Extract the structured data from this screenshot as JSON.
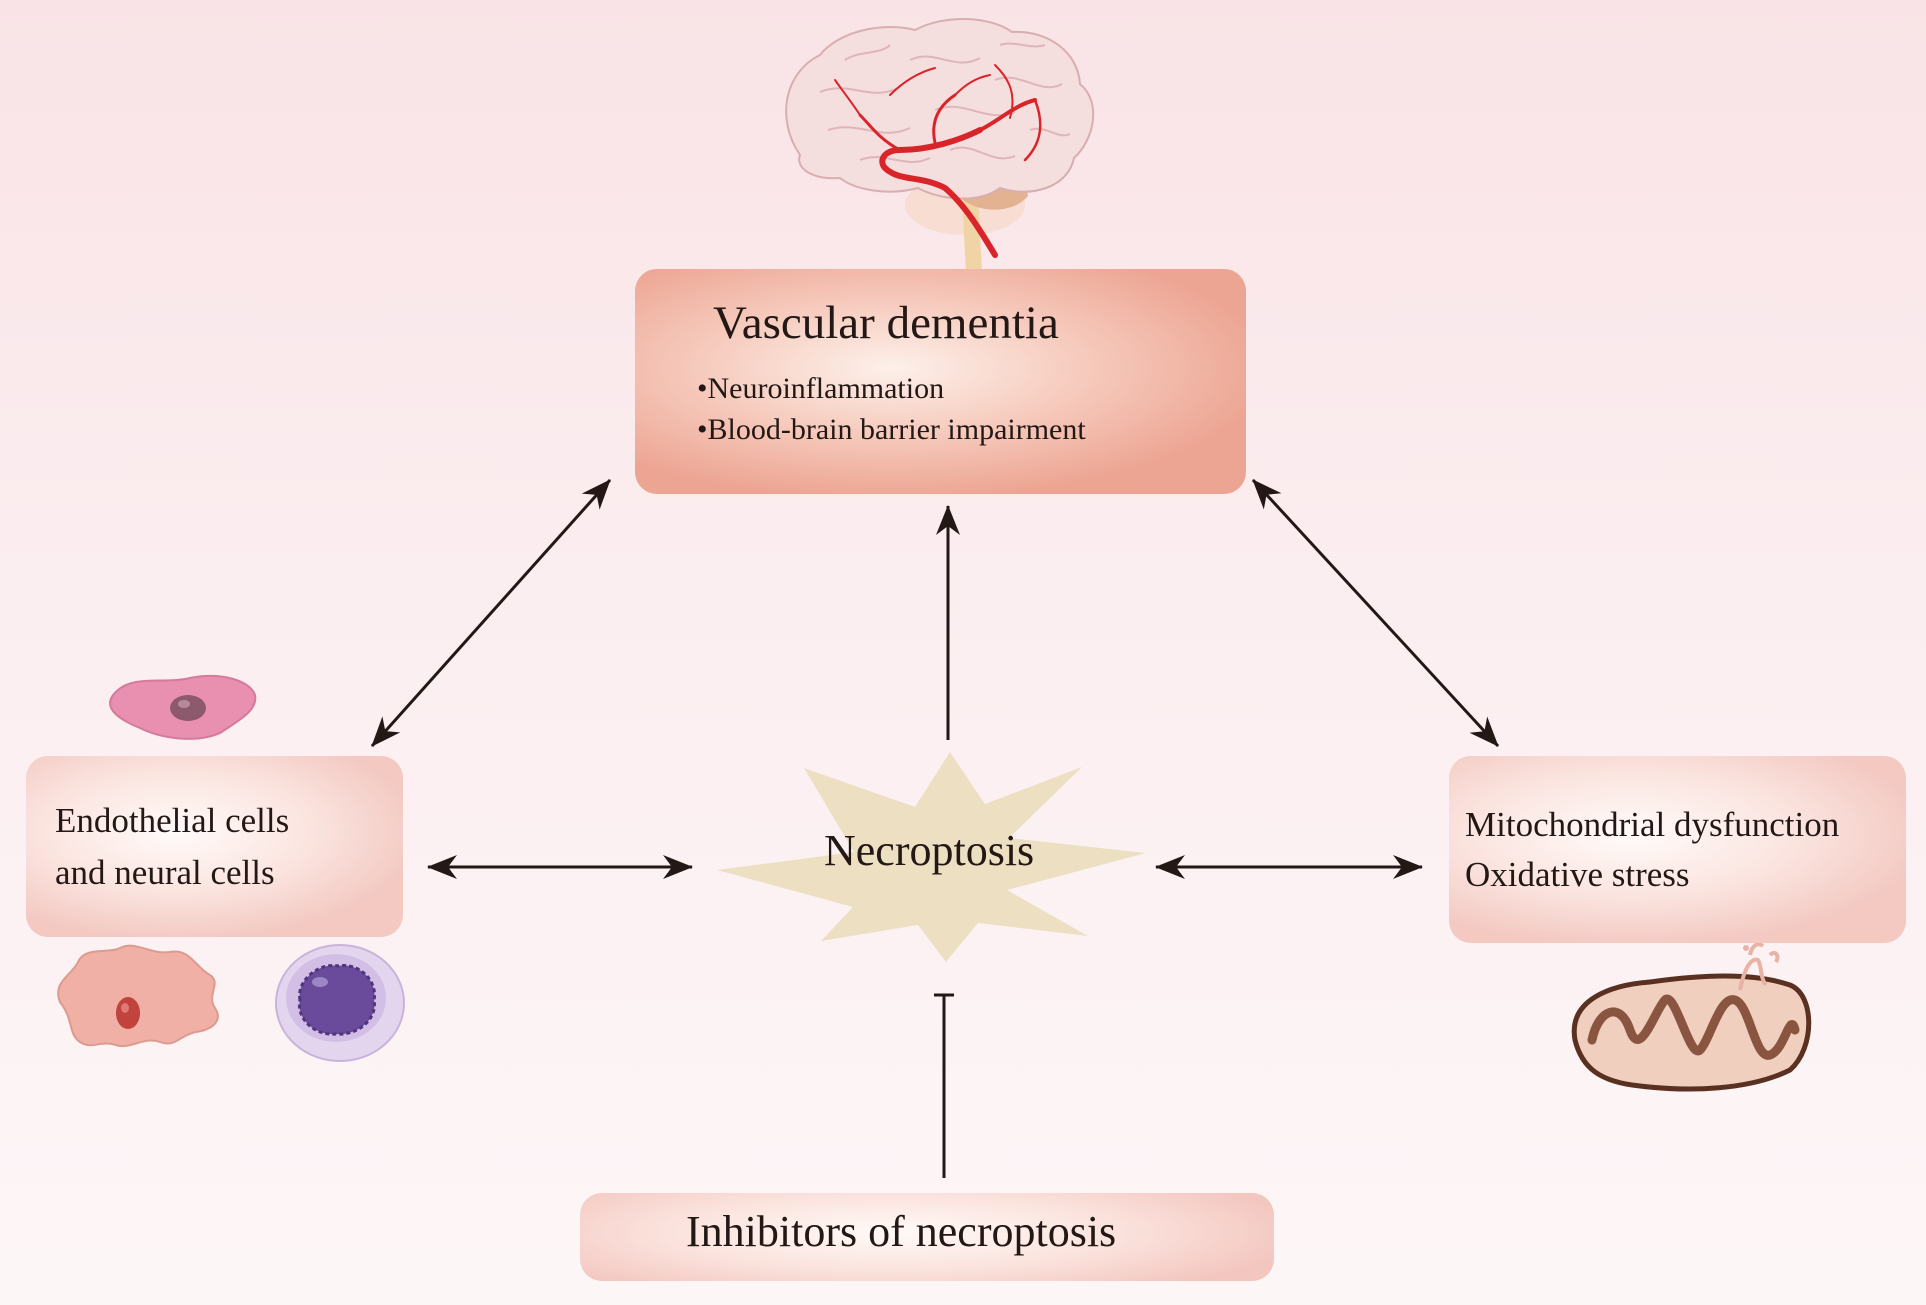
{
  "diagram": {
    "main_box": {
      "title": "Vascular dementia",
      "bullets": [
        "•Neuroinflammation",
        "•Blood-brain barrier impairment"
      ]
    },
    "left_box": {
      "lines": [
        "Endothelial cells",
        "and neural cells"
      ]
    },
    "right_box": {
      "lines": [
        "Mitochondrial dysfunction",
        "Oxidative stress"
      ]
    },
    "center": {
      "label": "Necroptosis"
    },
    "bottom_box": {
      "label": "Inhibitors of necroptosis"
    },
    "colors": {
      "main_box": "#eda593",
      "side_boxes": "#f3c9c2",
      "starburst": "#ede0c2",
      "arrows": "#231815",
      "brain": "#f5dede",
      "blood_vessel": "#d9252a",
      "mitochondrion": "#8a5540"
    }
  }
}
